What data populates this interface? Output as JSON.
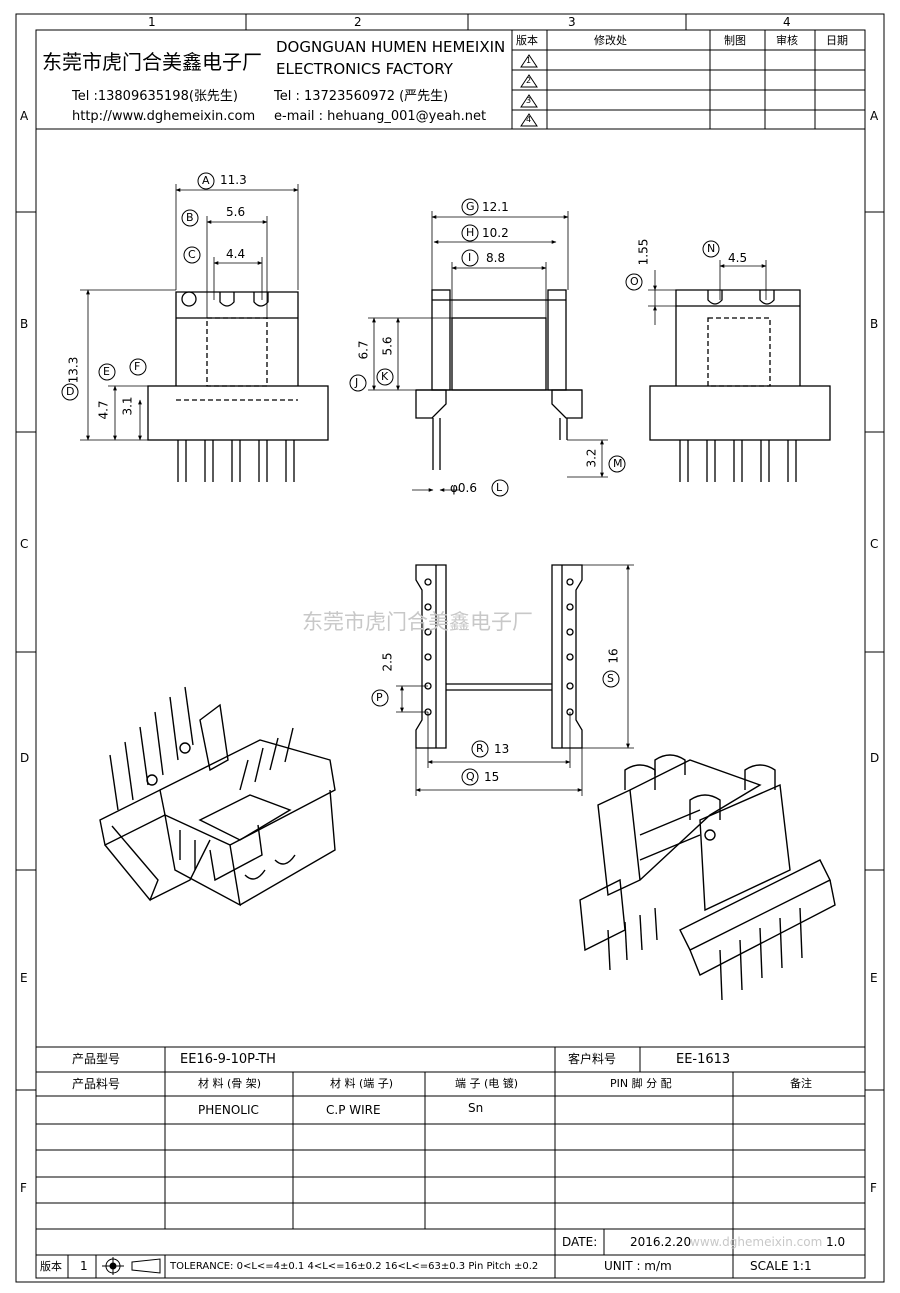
{
  "zones": {
    "columns": [
      "1",
      "2",
      "3",
      "4"
    ],
    "rows": [
      "A",
      "B",
      "C",
      "D",
      "E",
      "F"
    ]
  },
  "company": {
    "name_cn": "东莞市虎门合美鑫电子厂",
    "name_en_1": "DOGNGUAN HUMEN HEMEIXIN",
    "name_en_2": "ELECTRONICS FACTORY",
    "tel1": "Tel :13809635198(张先生)",
    "tel2": "Tel : 13723560972 (严先生)",
    "website": "http://www.dghemeixin.com",
    "email": "e-mail : hehuang_001@yeah.net"
  },
  "revision_table": {
    "headers": [
      "版本",
      "修改处",
      "制图",
      "审核",
      "日期"
    ],
    "rows": [
      "1",
      "2",
      "3",
      "4"
    ]
  },
  "dimensions": {
    "A": "11.3",
    "B": "5.6",
    "C": "4.4",
    "D": "13.3",
    "E": "4.7",
    "F": "3.1",
    "G": "12.1",
    "H": "10.2",
    "I": "8.8",
    "J": "6.7",
    "K": "5.6",
    "L": "φ0.6",
    "M": "3.2",
    "N": "4.5",
    "O": "1.55",
    "P": "2.5",
    "Q": "15",
    "R": "13",
    "S": "16"
  },
  "watermark": "东莞市虎门合美鑫电子厂",
  "title_block": {
    "product_model_label": "产品型号",
    "product_model_value": "EE16-9-10P-TH",
    "customer_part_label": "客户料号",
    "customer_part_value": "EE-1613",
    "product_part_label": "产品料号",
    "material_bobbin_label": "材 料 (骨 架)",
    "material_pin_label": "材 料 (端 子)",
    "plating_label": "端  子  (电 镀)",
    "pin_assign_label": "PIN 脚 分 配",
    "remark_label": "备注",
    "material_bobbin": "PHENOLIC",
    "material_pin": "C.P WIRE",
    "plating": "Sn",
    "date_label": "DATE:",
    "date_value": "2016.2.20",
    "version_label": "版本",
    "version_value": "1",
    "tolerance": "TOLERANCE:  0<L<=4±0.1  4<L<=16±0.2  16<L<=63±0.3  Pin Pitch  ±0.2",
    "unit": "UNIT  :  m/m",
    "scale": "SCALE   1:1",
    "watermark_url": "www.dghemeixin.com",
    "revision_code": "1.0"
  }
}
